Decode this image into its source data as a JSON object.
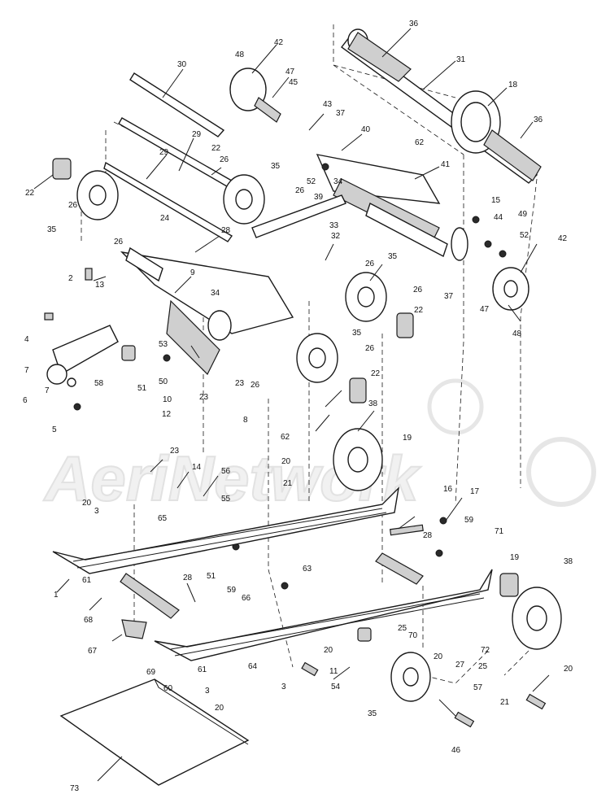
{
  "watermark": {
    "text": "AeriNetwork"
  },
  "callouts": [
    {
      "id": "c36a",
      "n": "36"
    },
    {
      "id": "c31",
      "n": "31"
    },
    {
      "id": "c18a",
      "n": "18"
    },
    {
      "id": "c36b",
      "n": "36"
    },
    {
      "id": "c30",
      "n": "30"
    },
    {
      "id": "c48a",
      "n": "48"
    },
    {
      "id": "c42a",
      "n": "42"
    },
    {
      "id": "c47a",
      "n": "47"
    },
    {
      "id": "c45",
      "n": "45"
    },
    {
      "id": "c43",
      "n": "43"
    },
    {
      "id": "c37a",
      "n": "37"
    },
    {
      "id": "c40",
      "n": "40"
    },
    {
      "id": "c62a",
      "n": "62"
    },
    {
      "id": "c41",
      "n": "41"
    },
    {
      "id": "c29a",
      "n": "29"
    },
    {
      "id": "c29b",
      "n": "29"
    },
    {
      "id": "c22a",
      "n": "22"
    },
    {
      "id": "c26a",
      "n": "26"
    },
    {
      "id": "c22b",
      "n": "22"
    },
    {
      "id": "c26b",
      "n": "26"
    },
    {
      "id": "c35a",
      "n": "35"
    },
    {
      "id": "c52a",
      "n": "52"
    },
    {
      "id": "c34",
      "n": "34"
    },
    {
      "id": "c26c",
      "n": "26"
    },
    {
      "id": "c39",
      "n": "39"
    },
    {
      "id": "c33",
      "n": "33"
    },
    {
      "id": "c15",
      "n": "15"
    },
    {
      "id": "c44",
      "n": "44"
    },
    {
      "id": "c49",
      "n": "49"
    },
    {
      "id": "c52b",
      "n": "52"
    },
    {
      "id": "c42b",
      "n": "42"
    },
    {
      "id": "c35b",
      "n": "35"
    },
    {
      "id": "c26d",
      "n": "26"
    },
    {
      "id": "c24",
      "n": "24"
    },
    {
      "id": "c28a",
      "n": "28"
    },
    {
      "id": "c32",
      "n": "32"
    },
    {
      "id": "c26e",
      "n": "26"
    },
    {
      "id": "c35c",
      "n": "35"
    },
    {
      "id": "c37b",
      "n": "37"
    },
    {
      "id": "c47b",
      "n": "47"
    },
    {
      "id": "c48b",
      "n": "48"
    },
    {
      "id": "c2",
      "n": "2"
    },
    {
      "id": "c13",
      "n": "13"
    },
    {
      "id": "c9",
      "n": "9"
    },
    {
      "id": "c34b",
      "n": "34"
    },
    {
      "id": "c26f",
      "n": "26"
    },
    {
      "id": "c22c",
      "n": "22"
    },
    {
      "id": "c4",
      "n": "4"
    },
    {
      "id": "c7a",
      "n": "7"
    },
    {
      "id": "c53",
      "n": "53"
    },
    {
      "id": "c58",
      "n": "58"
    },
    {
      "id": "c51a",
      "n": "51"
    },
    {
      "id": "c50",
      "n": "50"
    },
    {
      "id": "c23a",
      "n": "23"
    },
    {
      "id": "c26g",
      "n": "26"
    },
    {
      "id": "c35d",
      "n": "35"
    },
    {
      "id": "c26h",
      "n": "26"
    },
    {
      "id": "c22d",
      "n": "22"
    },
    {
      "id": "c6",
      "n": "6"
    },
    {
      "id": "c7b",
      "n": "7"
    },
    {
      "id": "c10",
      "n": "10"
    },
    {
      "id": "c23b",
      "n": "23"
    },
    {
      "id": "c12",
      "n": "12"
    },
    {
      "id": "c5",
      "n": "5"
    },
    {
      "id": "c8",
      "n": "8"
    },
    {
      "id": "c38a",
      "n": "38"
    },
    {
      "id": "c62b",
      "n": "62"
    },
    {
      "id": "c19a",
      "n": "19"
    },
    {
      "id": "c20a",
      "n": "20"
    },
    {
      "id": "c21a",
      "n": "21"
    },
    {
      "id": "c23c",
      "n": "23"
    },
    {
      "id": "c14",
      "n": "14"
    },
    {
      "id": "c56",
      "n": "56"
    },
    {
      "id": "c55",
      "n": "55"
    },
    {
      "id": "c16",
      "n": "16"
    },
    {
      "id": "c17",
      "n": "17"
    },
    {
      "id": "c20b",
      "n": "20"
    },
    {
      "id": "c3a",
      "n": "3"
    },
    {
      "id": "c65",
      "n": "65"
    },
    {
      "id": "c59a",
      "n": "59"
    },
    {
      "id": "c28b",
      "n": "28"
    },
    {
      "id": "c71",
      "n": "71"
    },
    {
      "id": "c51b",
      "n": "51"
    },
    {
      "id": "c63",
      "n": "63"
    },
    {
      "id": "c1",
      "n": "1"
    },
    {
      "id": "c61a",
      "n": "61"
    },
    {
      "id": "c28c",
      "n": "28"
    },
    {
      "id": "c59b",
      "n": "59"
    },
    {
      "id": "c66",
      "n": "66"
    },
    {
      "id": "c19b",
      "n": "19"
    },
    {
      "id": "c38b",
      "n": "38"
    },
    {
      "id": "c68",
      "n": "68"
    },
    {
      "id": "c67",
      "n": "67"
    },
    {
      "id": "c25a",
      "n": "25"
    },
    {
      "id": "c70",
      "n": "70"
    },
    {
      "id": "c72",
      "n": "72"
    },
    {
      "id": "c20c",
      "n": "20"
    },
    {
      "id": "c20d",
      "n": "20"
    },
    {
      "id": "c11",
      "n": "11"
    },
    {
      "id": "c27",
      "n": "27"
    },
    {
      "id": "c25b",
      "n": "25"
    },
    {
      "id": "c20e",
      "n": "20"
    },
    {
      "id": "c69",
      "n": "69"
    },
    {
      "id": "c61b",
      "n": "61"
    },
    {
      "id": "c64",
      "n": "64"
    },
    {
      "id": "c3b",
      "n": "3"
    },
    {
      "id": "c54",
      "n": "54"
    },
    {
      "id": "c60",
      "n": "60"
    },
    {
      "id": "c3c",
      "n": "3"
    },
    {
      "id": "c57",
      "n": "57"
    },
    {
      "id": "c21b",
      "n": "21"
    },
    {
      "id": "c20f",
      "n": "20"
    },
    {
      "id": "c35e",
      "n": "35"
    },
    {
      "id": "c46",
      "n": "46"
    },
    {
      "id": "c73",
      "n": "73"
    }
  ]
}
